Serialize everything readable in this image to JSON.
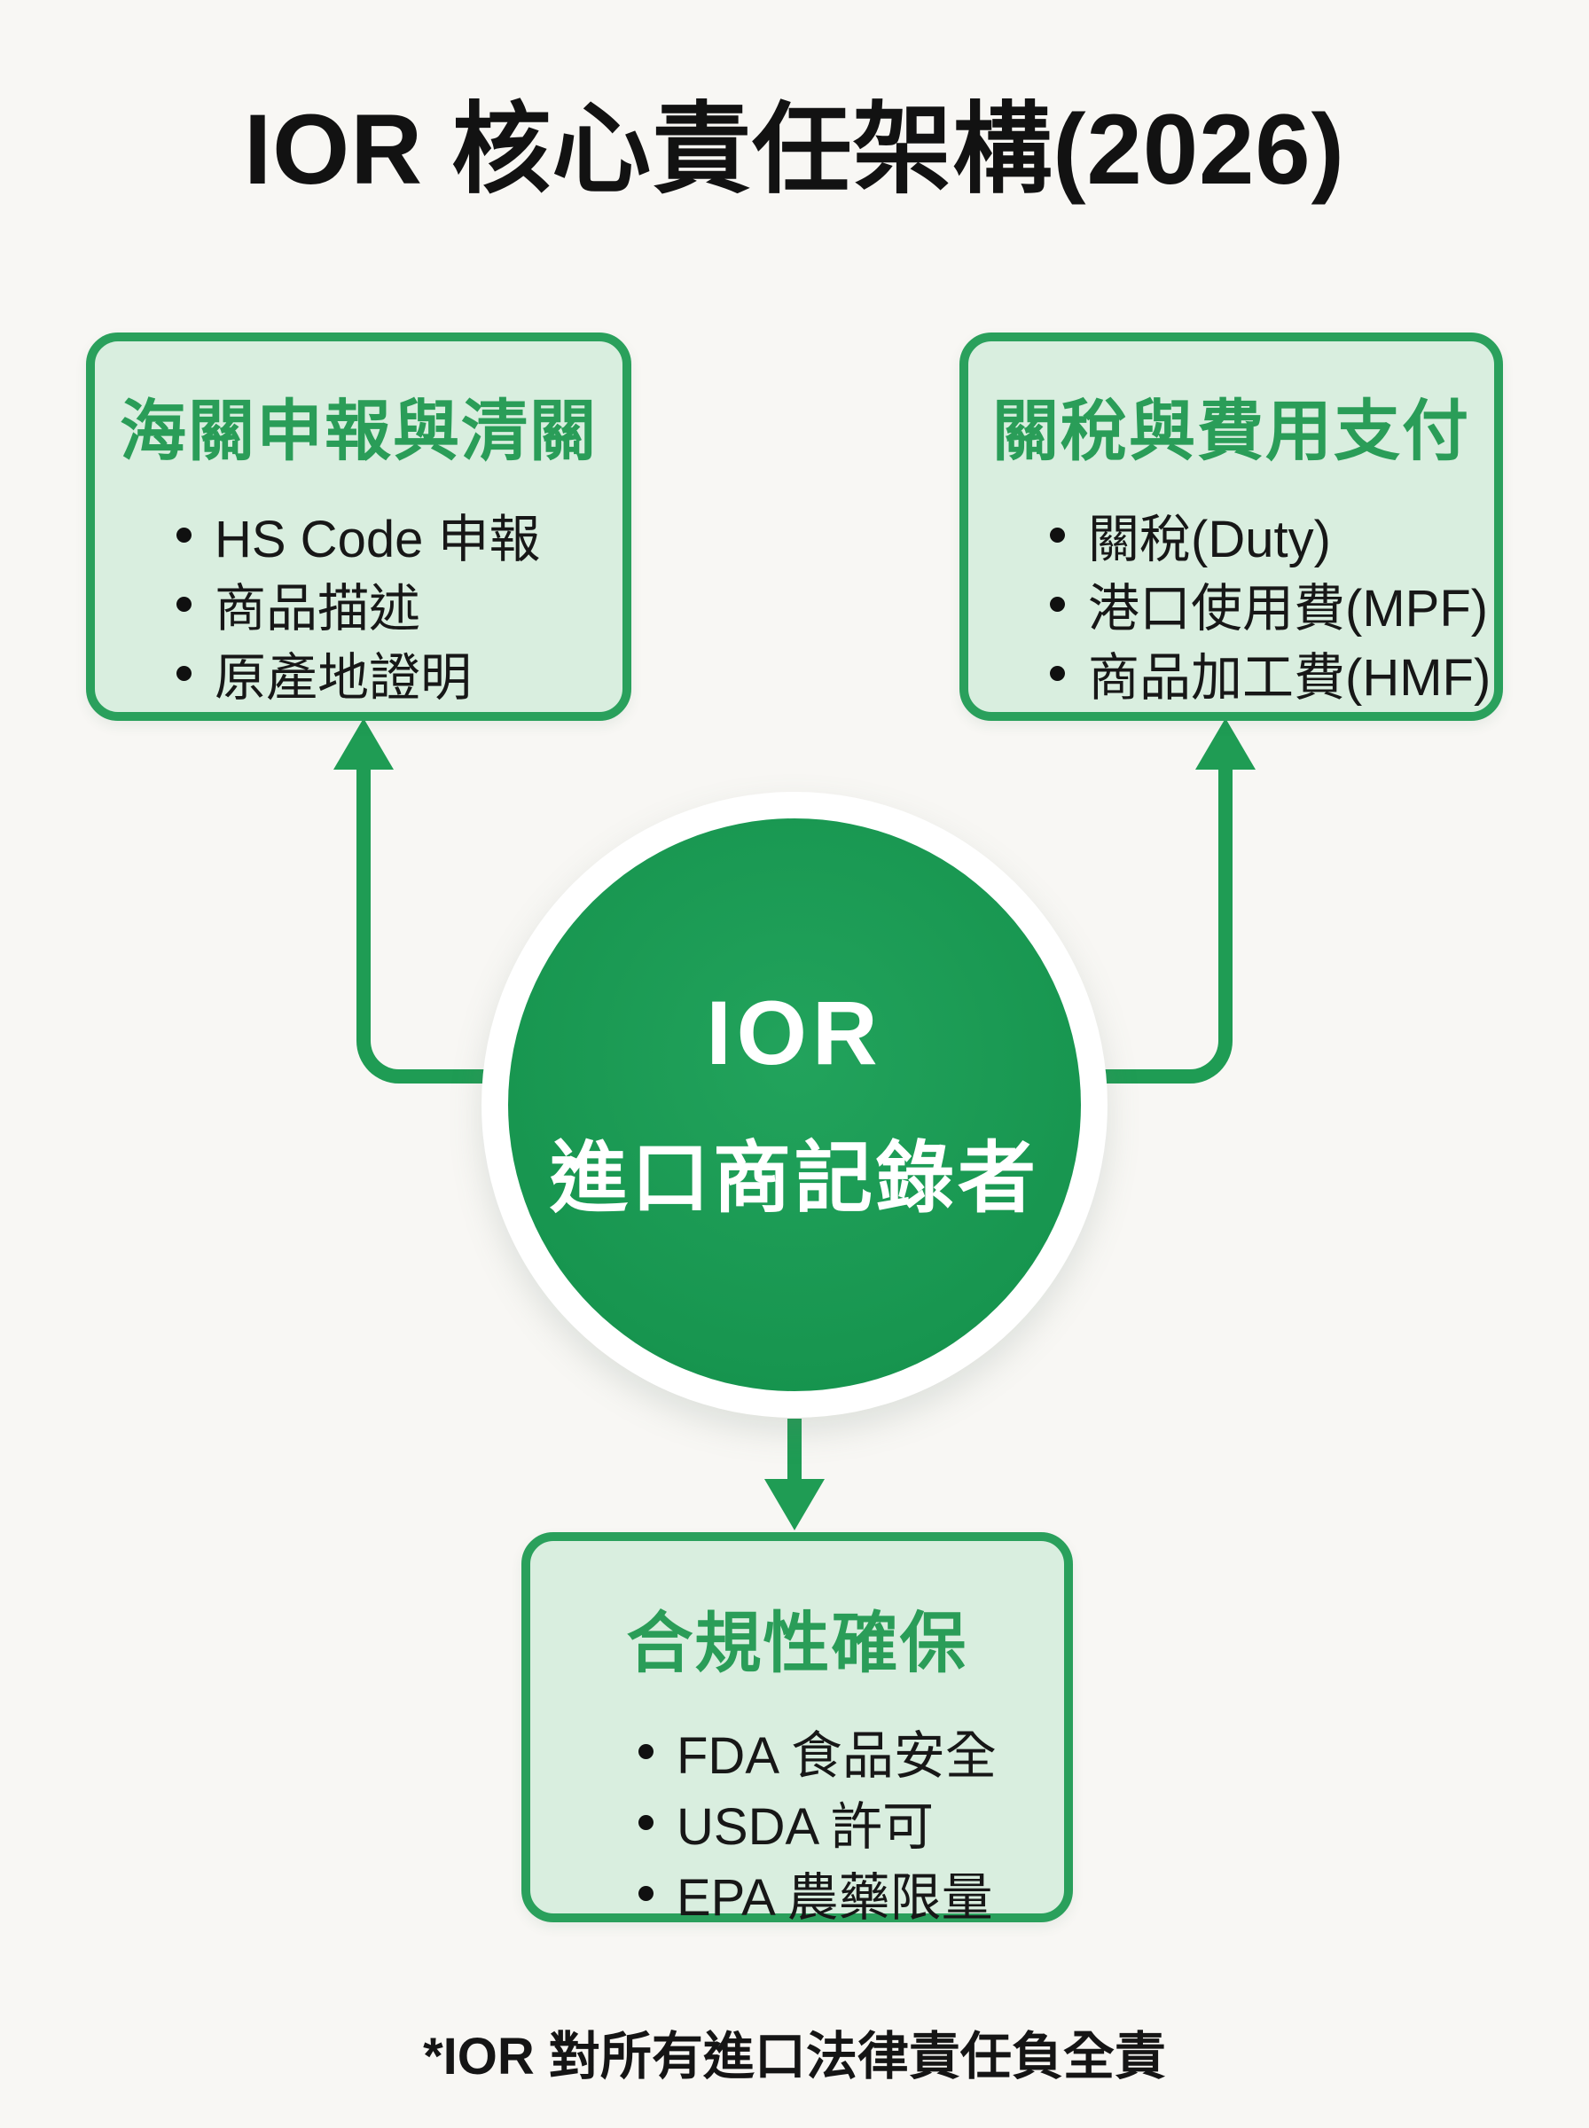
{
  "page": {
    "title": "IOR 核心責任架構(2026)",
    "footnote": "*IOR 對所有進口法律責任負全責"
  },
  "center": {
    "line1": "IOR",
    "line2": "進口商記錄者"
  },
  "boxes": {
    "customs": {
      "title": "海關申報與清關",
      "items": [
        "HS Code 申報",
        "商品描述",
        "原產地證明"
      ]
    },
    "fees": {
      "title": "關稅與費用支付",
      "items": [
        "關稅(Duty)",
        "港口使用費(MPF)",
        "商品加工費(HMF)"
      ]
    },
    "compliance": {
      "title": "合規性確保",
      "items": [
        "FDA 食品安全",
        "USDA 許可",
        "EPA 農藥限量"
      ]
    }
  },
  "colors": {
    "background": "#f8f7f4",
    "box_fill": "#d9eedf",
    "box_border": "#2aa05c",
    "heading_green": "#2a9d58",
    "circle_green": "#17954f",
    "arrow_green": "#1f9c54",
    "text_black": "#151515",
    "circle_text": "#ffffff"
  }
}
